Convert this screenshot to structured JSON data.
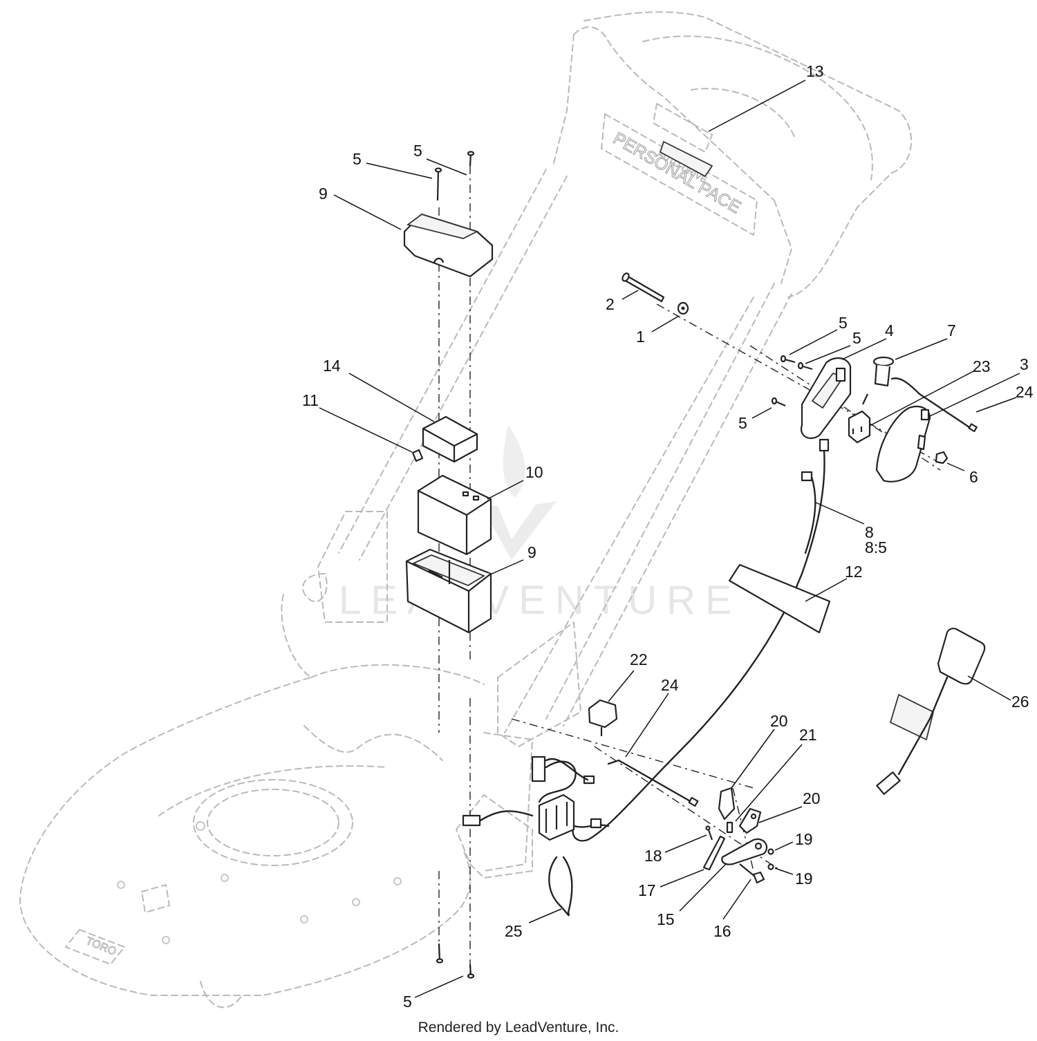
{
  "diagram": {
    "callouts": [
      "13",
      "5",
      "5",
      "9",
      "2",
      "1",
      "5",
      "5",
      "4",
      "7",
      "23",
      "3",
      "24",
      "5",
      "6",
      "14",
      "11",
      "10",
      "8",
      "8:5",
      "9",
      "12",
      "22",
      "24",
      "26",
      "20",
      "21",
      "20",
      "18",
      "19",
      "19",
      "17",
      "15",
      "16",
      "25",
      "5"
    ],
    "embossed_text": {
      "handle_panel": "PERSONAL PACE",
      "handle_panel_sub": "AUTO-DRIVE",
      "deck_logo": "TORO"
    },
    "watermark": "LEADVENTURE"
  },
  "footer": {
    "text": "Rendered by LeadVenture, Inc."
  },
  "colors": {
    "ink": "#111111",
    "ghost_lines": "#b9b9b9",
    "watermark": "#e6e6e6",
    "background": "#ffffff"
  }
}
